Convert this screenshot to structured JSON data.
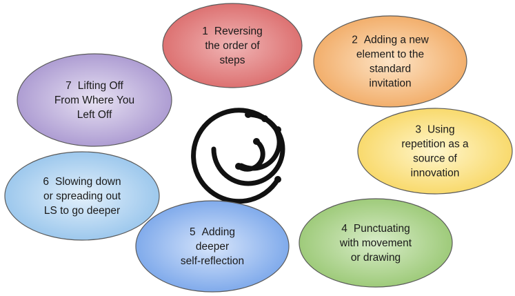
{
  "center_icon": "concentric-circuit-spiral-icon",
  "nodes": [
    {
      "number": "1",
      "lines": [
        "Reversing",
        "the order of",
        "steps"
      ],
      "fill_inner": "#f0b5b5",
      "fill_outer": "#d96464"
    },
    {
      "number": "2",
      "lines": [
        "Adding a new",
        "element to the",
        "standard",
        "invitation"
      ],
      "fill_inner": "#fde4c6",
      "fill_outer": "#f0a45a"
    },
    {
      "number": "3",
      "lines": [
        "Using",
        "repetition as a",
        "source of",
        "innovation"
      ],
      "fill_inner": "#fff6cc",
      "fill_outer": "#f7d45a"
    },
    {
      "number": "4",
      "lines": [
        "Punctuating",
        "with movement",
        "or drawing"
      ],
      "fill_inner": "#d8ecc8",
      "fill_outer": "#93c46b"
    },
    {
      "number": "5",
      "lines": [
        "Adding",
        "deeper",
        "self-reflection"
      ],
      "fill_inner": "#d7e5fb",
      "fill_outer": "#6f9fe8"
    },
    {
      "number": "6",
      "lines": [
        "Slowing down",
        "or spreading out",
        "LS to go deeper"
      ],
      "fill_inner": "#e3f0fb",
      "fill_outer": "#8fc0ea"
    },
    {
      "number": "7",
      "lines": [
        "Lifting Off",
        "From Where You",
        "Left Off"
      ],
      "fill_inner": "#e8e2f3",
      "fill_outer": "#a28fcc"
    }
  ]
}
